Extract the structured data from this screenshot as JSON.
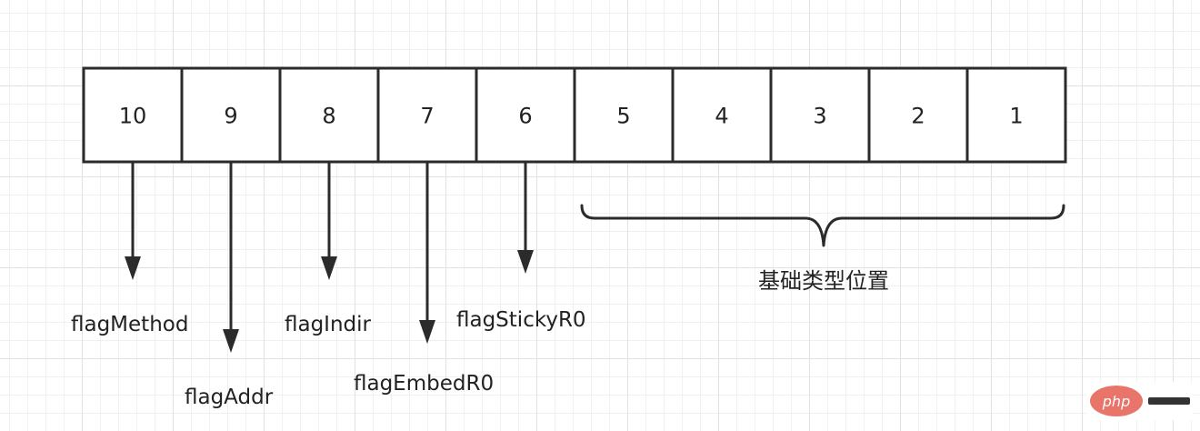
{
  "cells": [
    "10",
    "9",
    "8",
    "7",
    "6",
    "5",
    "4",
    "3",
    "2",
    "1"
  ],
  "flags": [
    {
      "cell": "10",
      "label": "flagMethod"
    },
    {
      "cell": "9",
      "label": "flagAddr"
    },
    {
      "cell": "8",
      "label": "flagIndir"
    },
    {
      "cell": "7",
      "label": "flagEmbedR0"
    },
    {
      "cell": "6",
      "label": "flagStickyR0"
    }
  ],
  "brace_label": "基础类型位置",
  "watermark": {
    "logo_text": "php"
  }
}
